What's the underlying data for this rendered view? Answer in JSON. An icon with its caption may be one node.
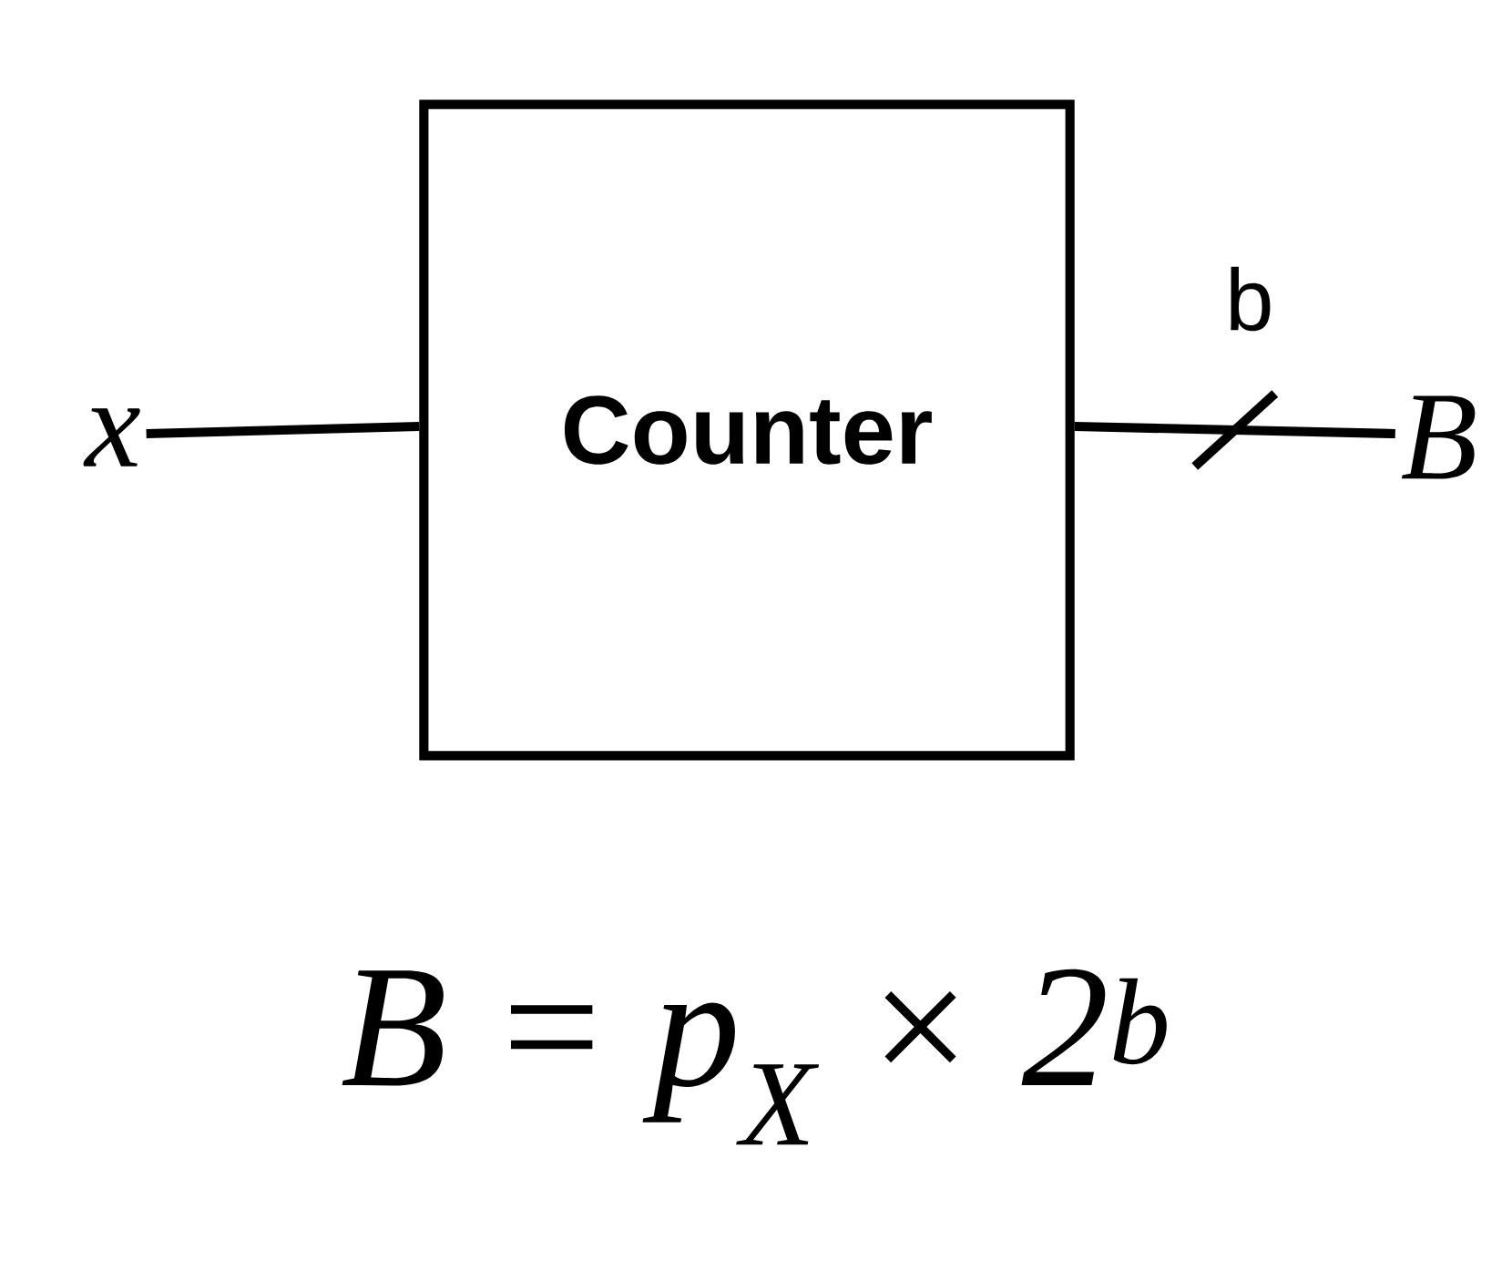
{
  "diagram": {
    "nodes": [
      {
        "text": [
          "x"
        ]
      },
      {
        "text": [
          "Counter"
        ]
      },
      {
        "text": [
          "B"
        ]
      }
    ],
    "edges": [
      {
        "from": 0,
        "to": 1,
        "arrow": "none"
      },
      {
        "from": 1,
        "to": 2,
        "arrow": "none",
        "label": "b"
      }
    ],
    "labels": [
      "B = p$_{X}$ × 2$^{b}$"
    ]
  }
}
